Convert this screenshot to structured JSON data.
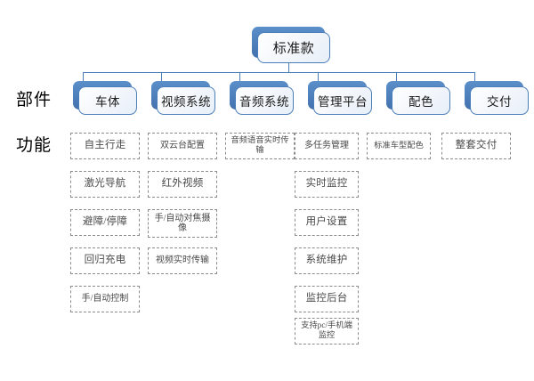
{
  "diagram": {
    "title": "标准款",
    "row_labels": [
      {
        "text": "部件"
      },
      {
        "text": "功能"
      }
    ],
    "root": {
      "label": "标准款"
    },
    "components": [
      {
        "label": "车体"
      },
      {
        "label": "视频系统"
      },
      {
        "label": "音频系统"
      },
      {
        "label": "管理平台"
      },
      {
        "label": "配色"
      },
      {
        "label": "交付"
      }
    ],
    "functions": {
      "col0": [
        {
          "label": "自主行走"
        },
        {
          "label": "激光导航"
        },
        {
          "label": "避障/停障"
        },
        {
          "label": "回归充电"
        },
        {
          "label": "手/自动控制"
        }
      ],
      "col1": [
        {
          "label": "双云台配置"
        },
        {
          "label": "红外视频"
        },
        {
          "label": "手/自动对焦摄像"
        },
        {
          "label": "视频实时传输"
        }
      ],
      "col2": [
        {
          "label": "音频语音实时传输"
        }
      ],
      "col3": [
        {
          "label": "多任务管理"
        },
        {
          "label": "实时监控"
        },
        {
          "label": "用户设置"
        },
        {
          "label": "系统维护"
        },
        {
          "label": "监控后台"
        },
        {
          "label": "支持pc/手机端监控"
        }
      ],
      "col4": [
        {
          "label": "标准车型配色"
        }
      ],
      "col5": [
        {
          "label": "整套交付"
        }
      ]
    },
    "colors": {
      "node_fill": "#4E81BD",
      "node_border": "#4A7EBB",
      "node_face": "#F7FAFD",
      "connector": "#4A7EBB",
      "dashed_border": "#8C8C8C",
      "function_text": "#4A4A4A",
      "label_text": "#000000",
      "background": "#FFFFFF"
    }
  }
}
